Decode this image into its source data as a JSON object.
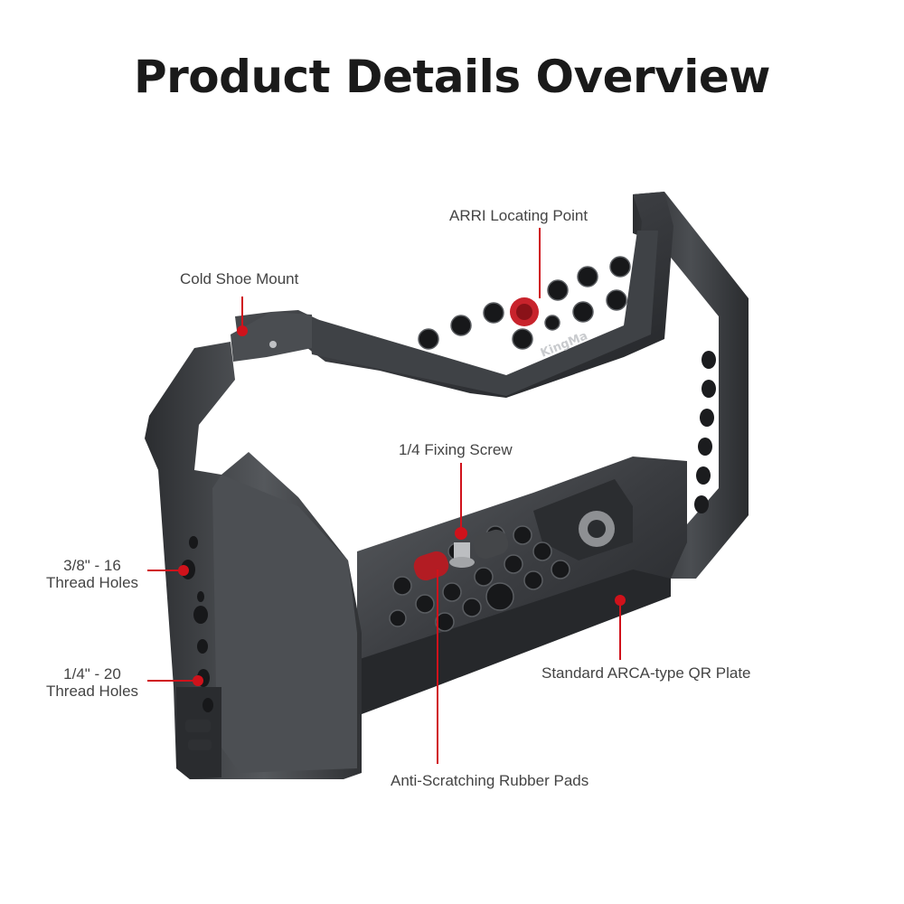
{
  "title": "Product Details Overview",
  "brand_mark": "KingMa",
  "accent_color": "#d0121b",
  "product_color": "#3b3d40",
  "callouts": {
    "arri": "ARRI Locating Point",
    "cold_shoe": "Cold Shoe Mount",
    "fixing_screw": "1/4 Fixing Screw",
    "thread_38_line1": "3/8\" - 16",
    "thread_38_line2": "Thread Holes",
    "thread_14_line1": "1/4\" - 20",
    "thread_14_line2": "Thread Holes",
    "arca": "Standard ARCA-type QR Plate",
    "rubber_pads": "Anti-Scratching Rubber Pads"
  }
}
